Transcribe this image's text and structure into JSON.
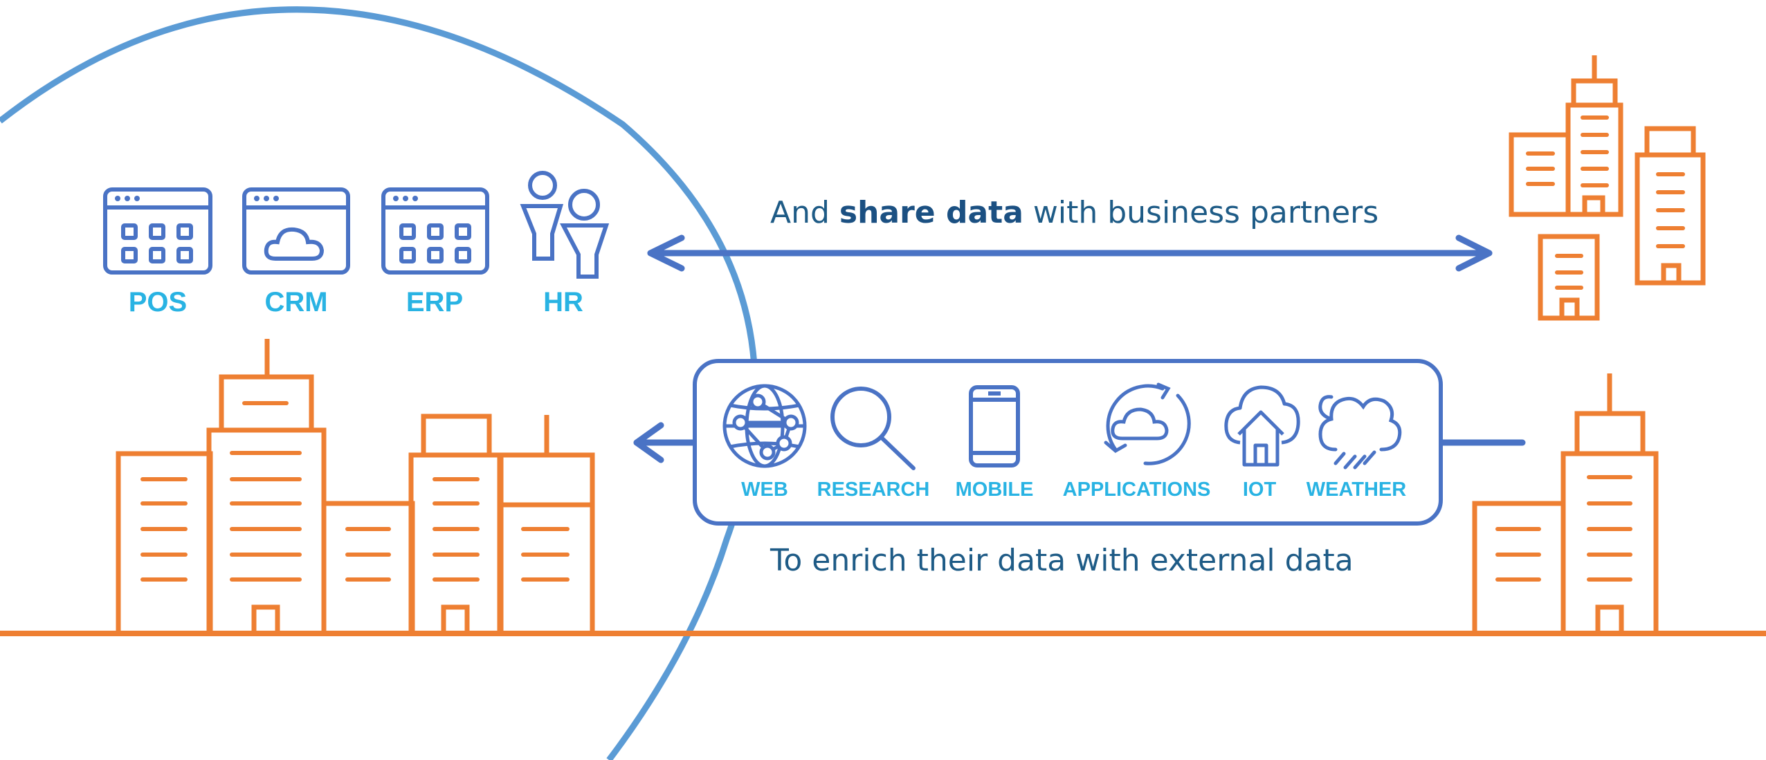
{
  "colors": {
    "orange": "#ee7f32",
    "blue": "#4a73c5",
    "circle": "#5b9bd5",
    "cyan": "#29b3e3",
    "text": "#1e5b86"
  },
  "internal_systems": [
    {
      "label": "POS",
      "icon": "app-window-grid-icon"
    },
    {
      "label": "CRM",
      "icon": "app-window-cloud-icon"
    },
    {
      "label": "ERP",
      "icon": "app-window-grid-icon"
    },
    {
      "label": "HR",
      "icon": "people-icon"
    }
  ],
  "share_caption": {
    "pre": "And ",
    "bold": "share data",
    "post": " with business partners"
  },
  "enrich_caption": "To enrich their data with external data",
  "external_sources": [
    {
      "label": "WEB",
      "icon": "globe-network-icon"
    },
    {
      "label": "RESEARCH",
      "icon": "magnifier-icon"
    },
    {
      "label": "MOBILE",
      "icon": "smartphone-icon"
    },
    {
      "label": "APPLICATIONS",
      "icon": "cloud-sync-icon"
    },
    {
      "label": "IOT",
      "icon": "cloud-home-icon"
    },
    {
      "label": "WEATHER",
      "icon": "cloud-rain-icon"
    }
  ]
}
